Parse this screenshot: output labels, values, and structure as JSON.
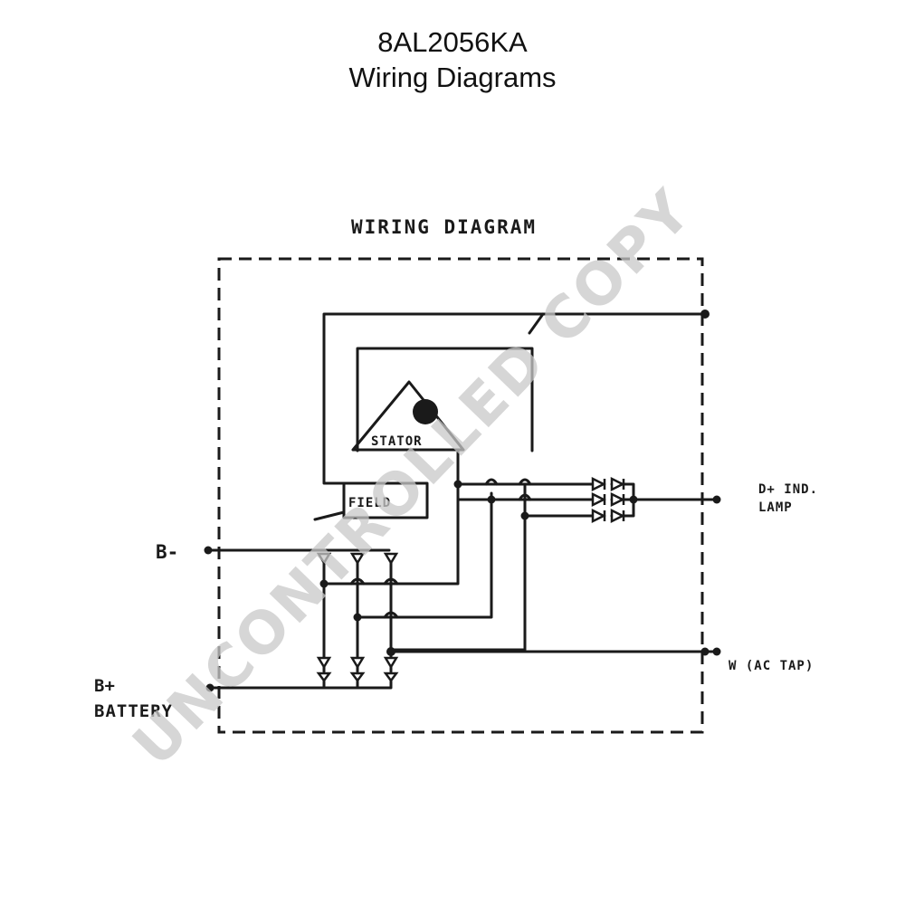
{
  "header": {
    "model": "8AL2056KA",
    "subtitle": "Wiring Diagrams"
  },
  "diagram": {
    "heading": "WIRING DIAGRAM",
    "stator_label": "STATOR",
    "field_label": "FIELD",
    "terminals": {
      "b_minus": "B-",
      "b_plus": "B+",
      "battery": "BATTERY",
      "d_plus": "D+ IND.",
      "lamp": "LAMP",
      "ac_tap": "W (AC TAP)"
    }
  },
  "watermark": {
    "text": "UNCONTROLLED COPY",
    "color": "#c8c8c8"
  },
  "colors": {
    "ink": "#1a1a1a"
  }
}
